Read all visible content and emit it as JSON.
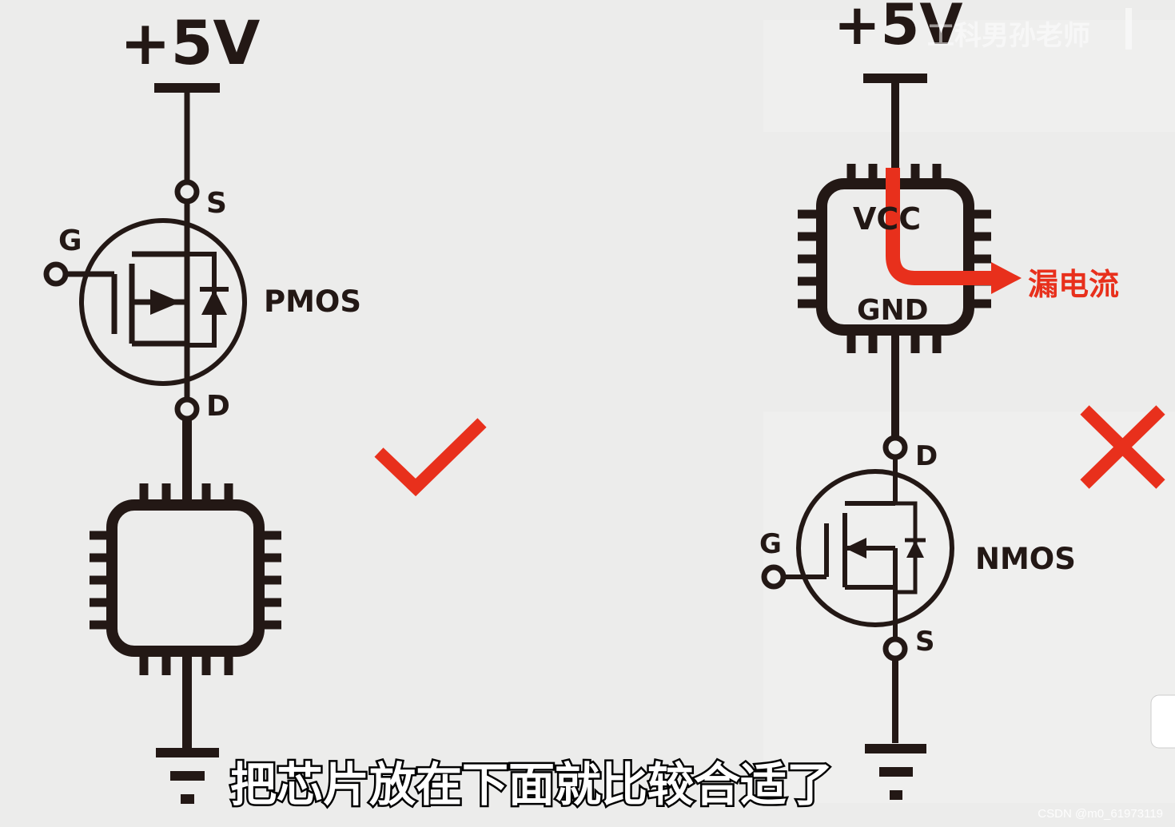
{
  "left_circuit": {
    "supply_label": "+5V",
    "source_pin": "S",
    "gate_pin": "G",
    "drain_pin": "D",
    "transistor_type": "PMOS",
    "verdict_icon": "checkmark-icon",
    "verdict_color": "#e8301c"
  },
  "right_circuit": {
    "supply_label": "+5V",
    "chip_vcc_label": "VCC",
    "chip_gnd_label": "GND",
    "leakage_label": "漏电流",
    "drain_pin": "D",
    "gate_pin": "G",
    "source_pin": "S",
    "transistor_type": "NMOS",
    "verdict_icon": "cross-icon",
    "verdict_color": "#e8301c"
  },
  "watermark": "工科男孙老师",
  "subtitle": "把芯片放在下面就比较合适了",
  "credit": "CSDN @m0_61973119",
  "colors": {
    "background": "#ececeb",
    "line": "#231815",
    "accent": "#e8301c"
  }
}
